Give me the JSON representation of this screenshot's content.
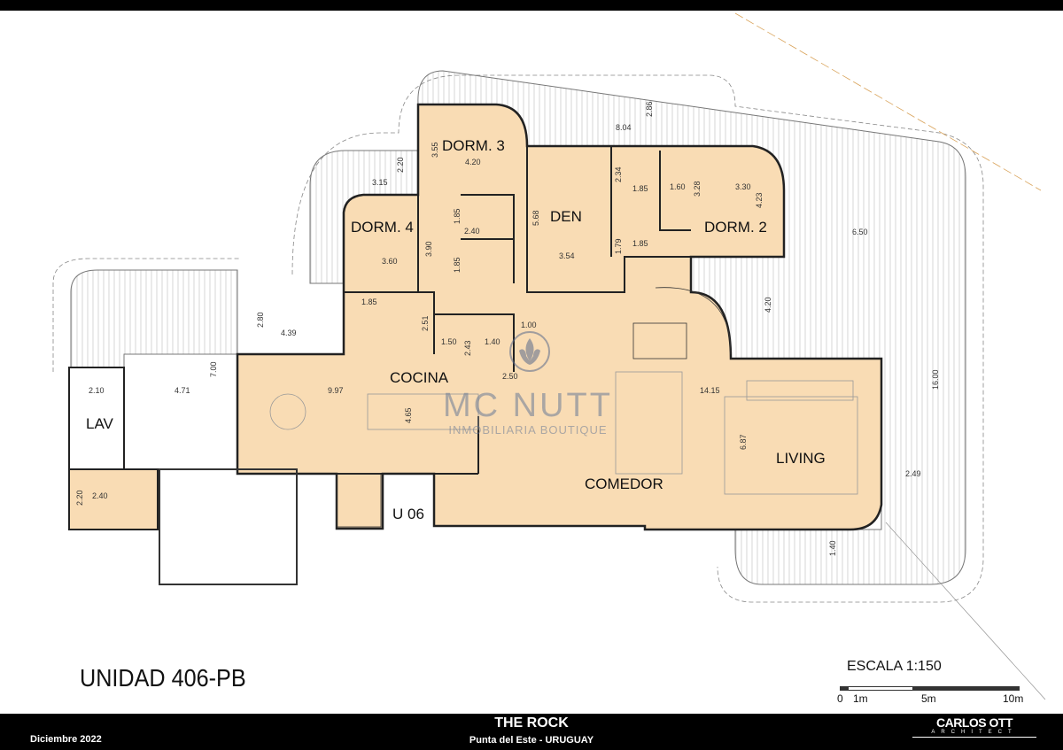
{
  "unit_title": "UNIDAD 406-PB",
  "rooms": {
    "dorm3": "DORM.  3",
    "dorm4": "DORM.  4",
    "den": "DEN",
    "dorm2": "DORM.  2",
    "cocina": "COCINA",
    "lav": "LAV",
    "comedor": "COMEDOR",
    "living": "LIVING",
    "unit_code": "U 06"
  },
  "dimensions": [
    "2.86",
    "8.04",
    "3.55",
    "4.20",
    "2.20",
    "3.15",
    "1.85",
    "2.40",
    "3.90",
    "3.60",
    "1.85",
    "5.68",
    "3.54",
    "2.34",
    "1.85",
    "1.60",
    "3.28",
    "3.30",
    "4.23",
    "1.79",
    "1.85",
    "1.85",
    "4.20",
    "2.51",
    "1.50",
    "2.43",
    "1.40",
    "1.00",
    "6.50",
    "2.80",
    "4.39",
    "7.00",
    "2.10",
    "4.71",
    "9.97",
    "2.50",
    "14.15",
    "4.65",
    "6.87",
    "16.00",
    "2.49",
    "1.40",
    "2.20",
    "2.40"
  ],
  "watermark": {
    "brand": "MC NUTT",
    "tagline": "INMOBILIARIA BOUTIQUE"
  },
  "scale": {
    "label": "ESCALA  1:150",
    "ticks": [
      "0",
      "1m",
      "5m",
      "10m"
    ]
  },
  "footer": {
    "date": "Diciembre 2022",
    "project": "THE ROCK",
    "location": "Punta del Este - URUGUAY",
    "architect": "CARLOS OTT",
    "architect_sub": "ARCHITECT"
  },
  "colors": {
    "floor": "#f9dcb4",
    "wall": "#222222",
    "terrace": "#9a9a9a"
  }
}
